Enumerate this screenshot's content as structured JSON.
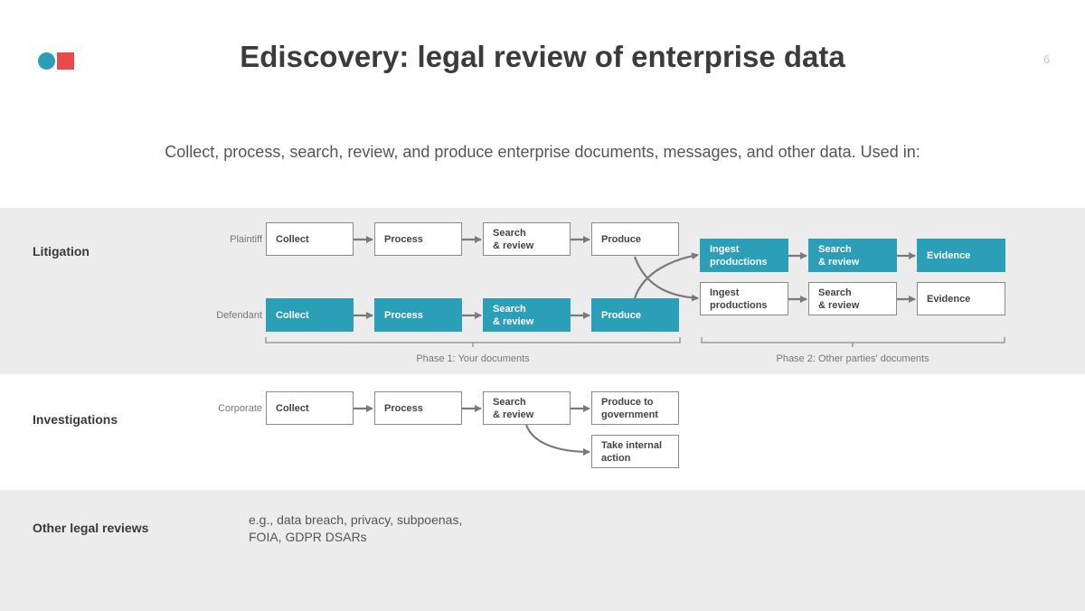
{
  "header": {
    "title": "Ediscovery: legal review of enterprise data",
    "page_number": "6",
    "subtitle": "Collect, process, search, review, and produce enterprise documents, messages, and other data. Used in:"
  },
  "colors": {
    "accent": "#2b9fb8",
    "logo_red": "#ea4a4c",
    "band": "#ececec"
  },
  "litigation": {
    "label": "Litigation",
    "plaintiff_label": "Plaintiff",
    "defendant_label": "Defendant",
    "plaintiff_steps": [
      "Collect",
      "Process",
      "Search\n& review",
      "Produce"
    ],
    "defendant_steps": [
      "Collect",
      "Process",
      "Search\n& review",
      "Produce"
    ],
    "phase2_top_steps": [
      "Ingest\nproductions",
      "Search\n& review",
      "Evidence"
    ],
    "phase2_bottom_steps": [
      "Ingest\nproductions",
      "Search\n& review",
      "Evidence"
    ],
    "phase1_label": "Phase 1: Your documents",
    "phase2_label": "Phase 2: Other parties' documents"
  },
  "investigations": {
    "label": "Investigations",
    "corporate_label": "Corporate",
    "steps": [
      "Collect",
      "Process",
      "Search\n& review"
    ],
    "outcome_1": "Produce to\ngovernment",
    "outcome_2": "Take internal\naction"
  },
  "other": {
    "label": "Other legal reviews",
    "examples": "e.g., data breach, privacy, subpoenas,\nFOIA, GDPR DSARs"
  }
}
